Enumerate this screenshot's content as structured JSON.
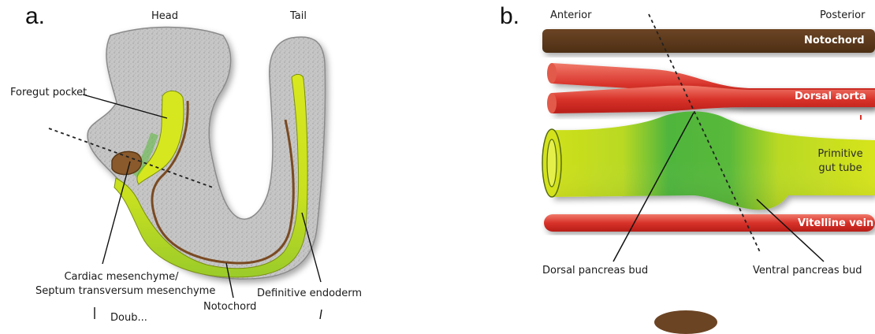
{
  "panel_a": {
    "letter": "a.",
    "head_label": "Head",
    "tail_label": "Tail",
    "foregut_label": "Foregut pocket",
    "cardiac_label_1": "Cardiac mesenchyme/",
    "cardiac_label_2": "Septum transversum mesenchyme",
    "notochord_label": "Notochord",
    "endoderm_label": "Definitive endoderm",
    "cut_text": "Doub..."
  },
  "panel_b": {
    "letter": "b.",
    "anterior_label": "Anterior",
    "posterior_label": "Posterior",
    "notochord_label": "Notochord",
    "aorta_label": "Dorsal aorta",
    "gut_label_1": "Primitive",
    "gut_label_2": "gut tube",
    "vitelline_label": "Vitelline vein",
    "dorsal_bud_label": "Dorsal pancreas bud",
    "ventral_bud_label": "Ventral pancreas bud"
  },
  "colors": {
    "tissue_gray": "#c9c9c9",
    "endoderm_yellow": "#d6e51f",
    "endoderm_green": "#55b838",
    "notochord_brown": "#5e3a1a",
    "aorta_red": "#d8322a",
    "vein_red": "#e64a3c"
  }
}
